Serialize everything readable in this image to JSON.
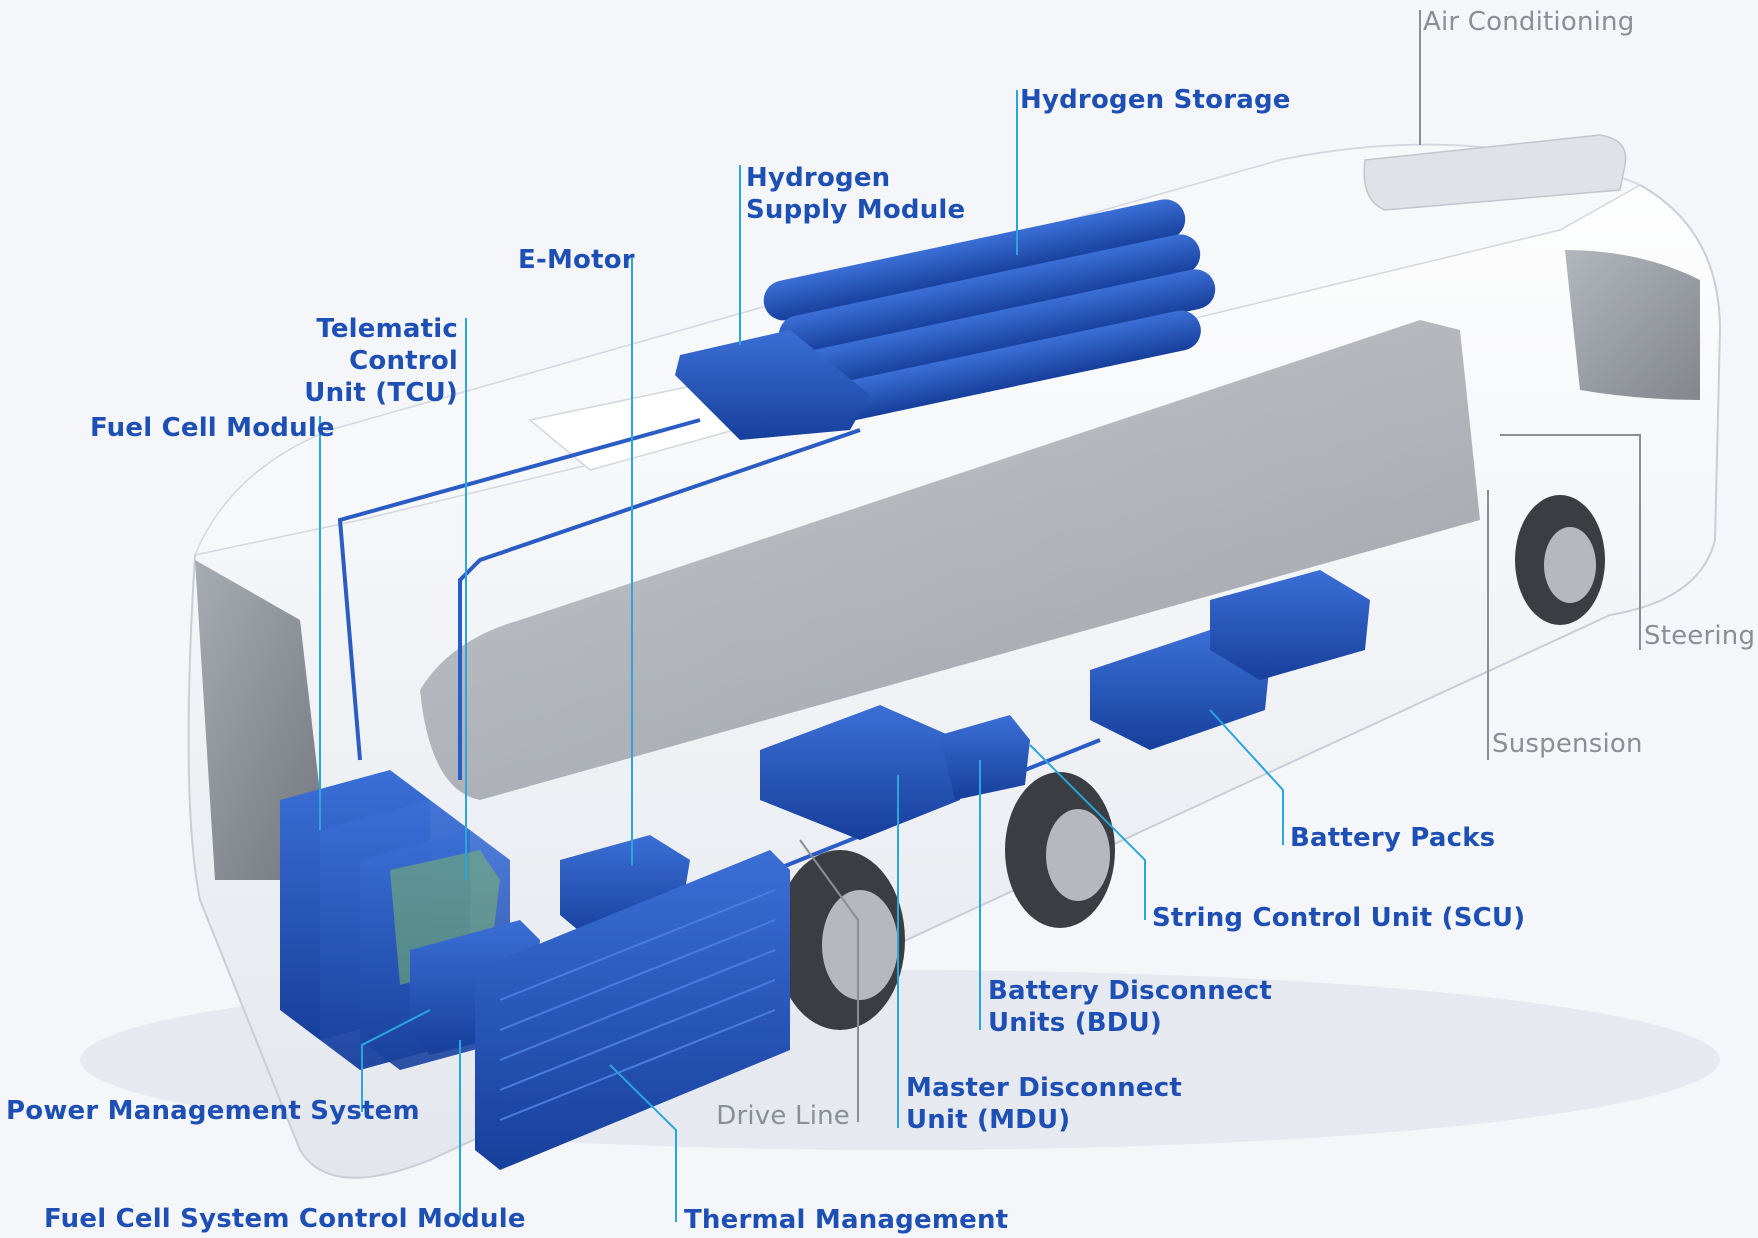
{
  "labels": {
    "air_conditioning": "Air Conditioning",
    "hydrogen_storage": "Hydrogen Storage",
    "hydrogen_supply_module": [
      "Hydrogen",
      "Supply Module"
    ],
    "e_motor": "E-Motor",
    "telematic_control_unit": [
      "Telematic Control",
      "Unit (TCU)"
    ],
    "fuel_cell_module": "Fuel Cell Module",
    "steering": "Steering",
    "suspension": "Suspension",
    "battery_packs": "Battery Packs",
    "string_control_unit": "String Control Unit (SCU)",
    "battery_disconnect_units": [
      "Battery Disconnect",
      "Units (BDU)"
    ],
    "master_disconnect_unit": [
      "Master Disconnect",
      "Unit (MDU)"
    ],
    "drive_line": "Drive Line",
    "power_management_system": "Power Management System",
    "fuel_cell_system_control_module": "Fuel Cell System Control Module",
    "thermal_management": "Thermal Management"
  },
  "colors": {
    "component_blue": "#1f4fb8",
    "callout_blue": "#1e4fb4",
    "leader_cyan": "#2aa6dc",
    "leader_grey": "#8a8f96",
    "bus_body": "#ffffff"
  }
}
